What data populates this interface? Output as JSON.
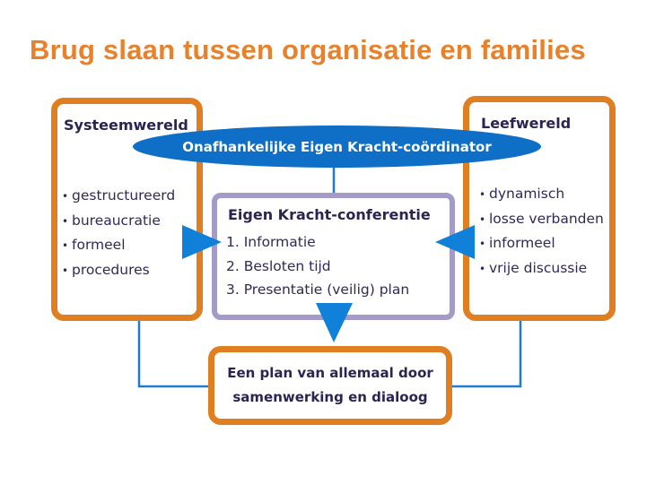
{
  "title": "Brug slaan tussen organisatie en families",
  "systeemwereld": {
    "heading": "Systeemwereld",
    "items": [
      "gestructureerd",
      "bureaucratie",
      "formeel",
      "procedures"
    ]
  },
  "leefwereld": {
    "heading": "Leefwereld",
    "items": [
      "dynamisch",
      "losse verbanden",
      "informeel",
      "vrije discussie"
    ]
  },
  "coordinator": {
    "label": "Onafhankelijke Eigen Kracht-coördinator"
  },
  "conferentie": {
    "heading": "Eigen Kracht-conferentie",
    "steps": [
      "1. Informatie",
      "2. Besloten tijd",
      "3. Presentatie (veilig) plan"
    ]
  },
  "plan": {
    "line1": "Een plan van allemaal door",
    "line2": "samenwerking en dialoog"
  },
  "colors": {
    "title": "#e8812a",
    "orange_border": "#e07f22",
    "purple_border": "#a49bc8",
    "blue": "#0f6fc6",
    "text": "#2a2550"
  }
}
